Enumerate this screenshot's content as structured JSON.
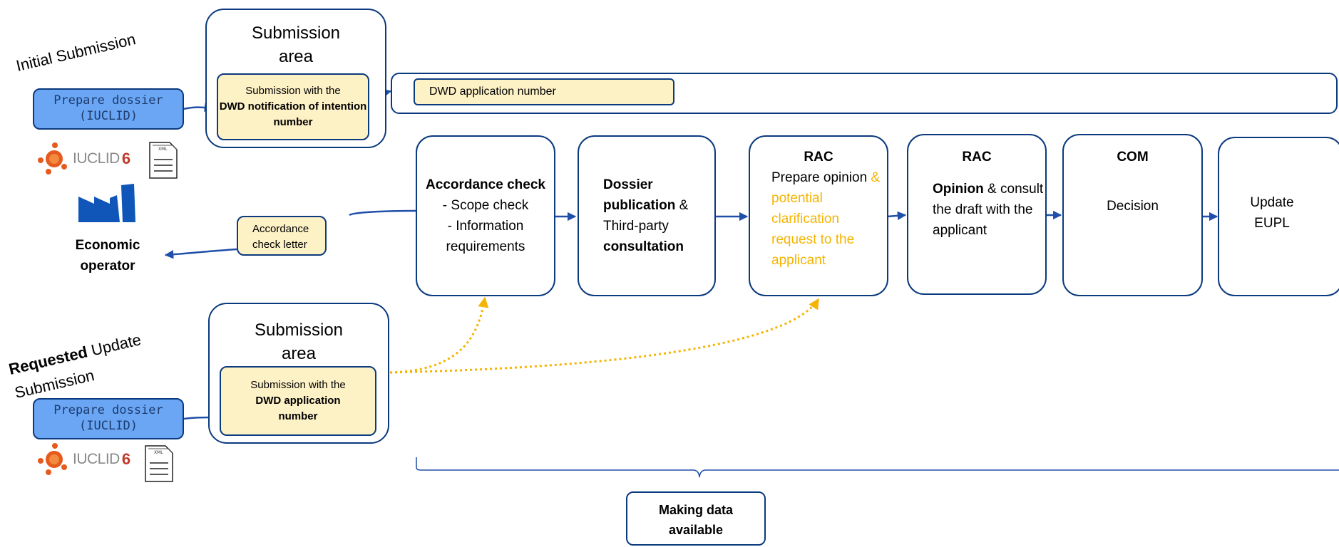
{
  "initial_submission": {
    "label": "Initial Submission",
    "prepare": "Prepare dossier\n(IUCLID)",
    "area_title": "Submission\narea",
    "box_line1": "Submission with the",
    "box_bold": "DWD notification of intention number"
  },
  "app_number_label": "DWD application number",
  "iuclid_logo": {
    "text": "IUCLID",
    "six": "6"
  },
  "xml_doc": "XML",
  "economic_operator": "Economic\noperator",
  "accordance_letter": "Accordance\ncheck letter",
  "steps": {
    "accordance": {
      "bold": "Accordance check",
      "items": [
        "- Scope check",
        "- Information requirements"
      ]
    },
    "publication": {
      "bold1": "Dossier publication",
      "amp": " &",
      "plain": "Third-party",
      "bold2": "consultation"
    },
    "rac1": {
      "title": "RAC",
      "plain": "Prepare opinion",
      "highlight": " & potential clarification request to the applicant"
    },
    "rac2": {
      "title": "RAC",
      "bold": "Opinion",
      "plain": " & consult the draft with the applicant"
    },
    "com": {
      "title": "COM",
      "plain": "Decision"
    },
    "eupl": {
      "plain": "Update\nEUPL"
    }
  },
  "requested_submission": {
    "label_bold": "Requested",
    "label_rest": " Update",
    "label_line2": "Submission",
    "prepare": "Prepare dossier\n(IUCLID)",
    "area_title": "Submission\narea",
    "box_line1": "Submission with the",
    "box_bold": "DWD application number"
  },
  "making_data": "Making data\navailable",
  "colors": {
    "border": "#0b3a7e",
    "prepare_fill": "#6aa6f4",
    "yellow_fill": "#fdf1c6",
    "highlight": "#f5b400",
    "arrow": "#1f4fa8"
  }
}
